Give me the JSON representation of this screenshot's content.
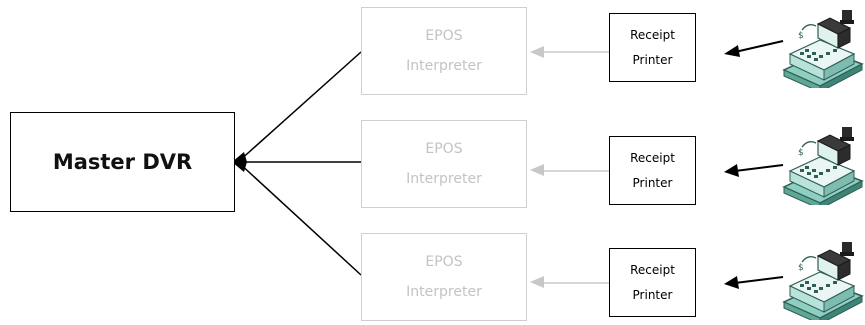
{
  "master": {
    "label": "Master DVR"
  },
  "epos": [
    {
      "line1": "EPOS",
      "line2": "Interpreter"
    },
    {
      "line1": "EPOS",
      "line2": "Interpreter"
    },
    {
      "line1": "EPOS",
      "line2": "Interpreter"
    }
  ],
  "printers": [
    {
      "line1": "Receipt",
      "line2": "Printer"
    },
    {
      "line1": "Receipt",
      "line2": "Printer"
    },
    {
      "line1": "Receipt",
      "line2": "Printer"
    }
  ],
  "icons": [
    "cash-register-icon",
    "cash-register-icon",
    "cash-register-icon"
  ],
  "colors": {
    "main_stroke": "#000000",
    "faded_stroke": "#c8c8c8",
    "faded_text": "#c3c3c3",
    "register_body": "#a8dcd0",
    "register_dark": "#3d6e65"
  }
}
